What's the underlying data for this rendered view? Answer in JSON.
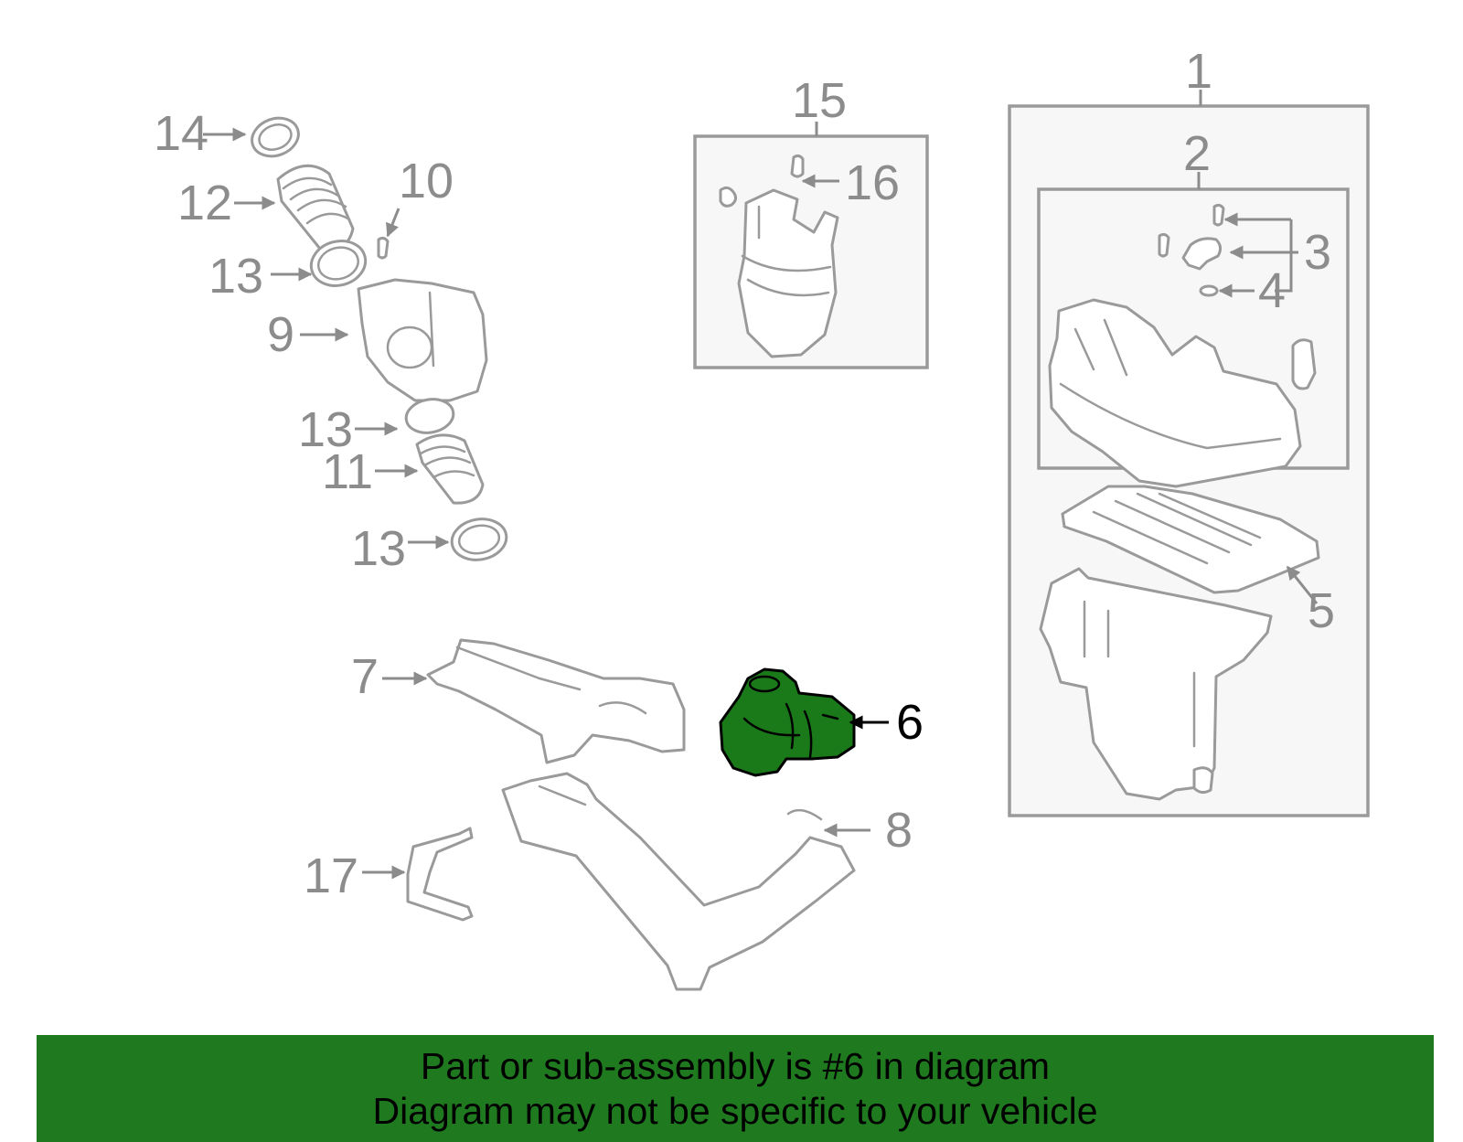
{
  "callouts": {
    "c1": "1",
    "c2": "2",
    "c3": "3",
    "c4": "4",
    "c5": "5",
    "c6": "6",
    "c7": "7",
    "c8": "8",
    "c9": "9",
    "c10": "10",
    "c11": "11",
    "c12": "12",
    "c13a": "13",
    "c13b": "13",
    "c13c": "13",
    "c14": "14",
    "c15": "15",
    "c16": "16",
    "c17": "17"
  },
  "highlighted_part": "6",
  "banner": {
    "line1": "Part or sub-assembly is #6 in diagram",
    "line2": "Diagram may not be specific to your vehicle"
  },
  "colors": {
    "highlight": "#1a7a1a",
    "banner_bg": "#1f7a1f",
    "part_stroke": "#9a9a9a"
  }
}
